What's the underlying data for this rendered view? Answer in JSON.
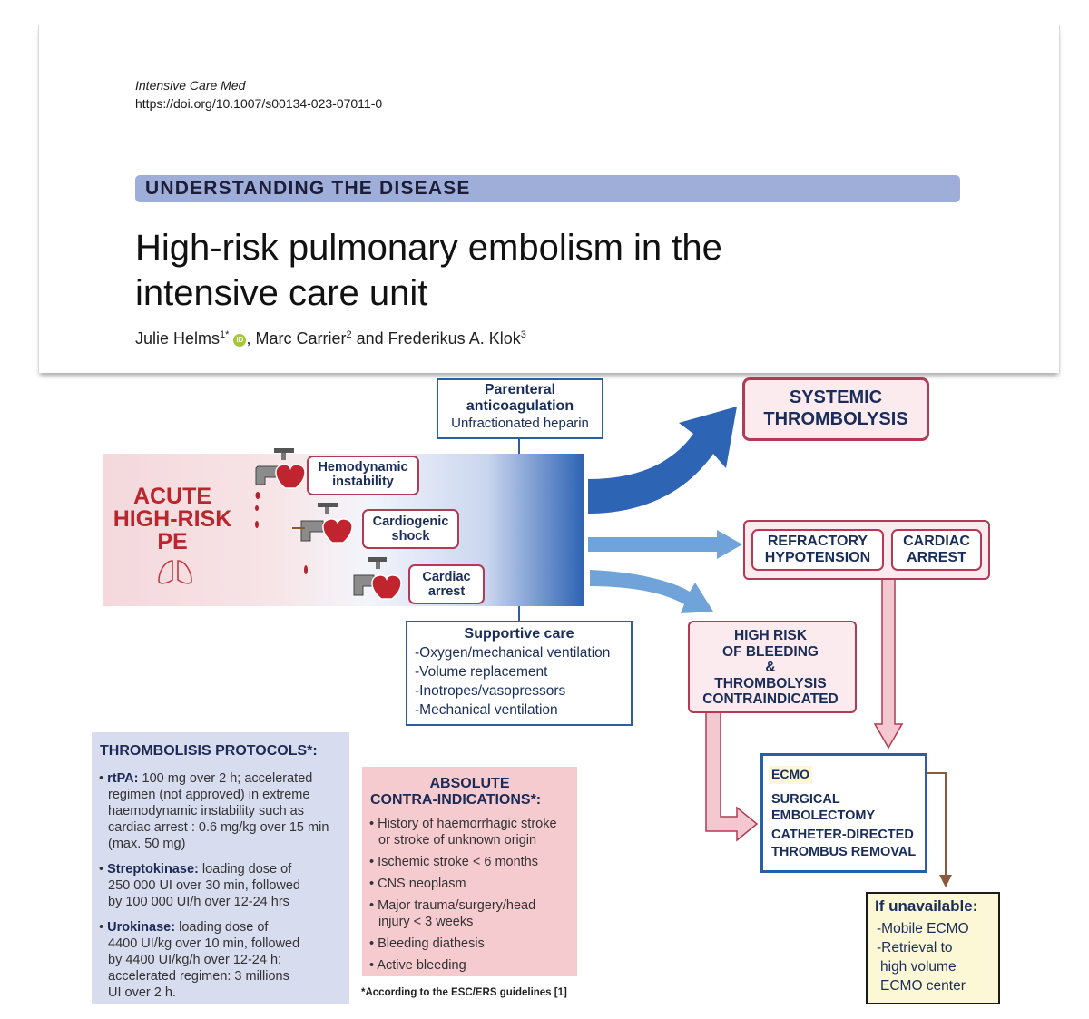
{
  "header": {
    "journal": "Intensive Care Med",
    "doi": "https://doi.org/10.1007/s00134-023-07011-0",
    "section": "UNDERSTANDING THE DISEASE",
    "title_line1": "High-risk pulmonary embolism in the",
    "title_line2": "intensive care unit",
    "authors": [
      {
        "name": "Julie Helms",
        "sup": "1*"
      },
      {
        "name": "Marc Carrier",
        "sup": "2"
      },
      {
        "name": "Frederikus A. Klok",
        "sup": "3"
      }
    ],
    "orcid_glyph": "iD",
    "sep1": ", ",
    "sep2": " and "
  },
  "figure": {
    "anticoag": {
      "line1": "Parenteral",
      "line2": "anticoagulation",
      "sub": "Unfractionated heparin"
    },
    "pe_title": [
      "ACUTE",
      "HIGH-RISK",
      "PE"
    ],
    "conditions": [
      {
        "line1": "Hemodynamic",
        "line2": "instability"
      },
      {
        "line1": "Cardiogenic",
        "line2": "shock"
      },
      {
        "line1": "Cardiac",
        "line2": "arrest"
      }
    ],
    "supportive": {
      "title": "Supportive care",
      "items": [
        "-Oxygen/mechanical ventilation",
        "-Volume replacement",
        "-Inotropes/vasopressors",
        "-Mechanical ventilation"
      ]
    },
    "systemic": {
      "line1": "SYSTEMIC",
      "line2": "THROMBOLYSIS"
    },
    "refractory": {
      "line1": "REFRACTORY",
      "line2": "HYPOTENSION"
    },
    "cardiac_arrest": {
      "line1": "CARDIAC",
      "line2": "ARREST"
    },
    "bleeding": {
      "line1": "HIGH RISK",
      "line2": "OF BLEEDING",
      "line3": "&",
      "line4": "THROMBOLYSIS",
      "line5": "CONTRAINDICATED"
    },
    "ecmo_box": {
      "ecmo": "ECMO",
      "surg1": "SURGICAL",
      "surg2": "EMBOLECTOMY",
      "cath1": "CATHETER-DIRECTED",
      "cath2": "THROMBUS REMOVAL"
    },
    "unavailable": {
      "title": "If unavailable:",
      "items": [
        "-Mobile ECMO",
        "-Retrieval to",
        "high volume",
        "ECMO center"
      ]
    },
    "protocols": {
      "title": "THROMBOLISIS PROTOCOLS*:",
      "items": [
        {
          "drug": "rtPA:",
          "text1": "100 mg over 2 h; accelerated",
          "text2": "regimen (not approved) in extreme",
          "text3": "haemodynamic instability such as",
          "text4": "cardiac arrest : 0.6 mg/kg over 15 min",
          "text5": "(max. 50 mg)"
        },
        {
          "drug": "Streptokinase:",
          "text1": "loading dose of",
          "text2": "250 000 UI over 30 min, followed",
          "text3": "by 100 000 UI/h over 12-24 hrs"
        },
        {
          "drug": "Urokinase:",
          "text1": "loading dose of",
          "text2": "4400 UI/kg over 10 min, followed",
          "text3": "by 4400 UI/kg/h over 12-24 h;",
          "text4": "accelerated regimen: 3 millions",
          "text5": "UI over 2 h."
        }
      ]
    },
    "contra": {
      "title1": "ABSOLUTE",
      "title2": "CONTRA-INDICATIONS*:",
      "items": [
        [
          "History of haemorrhagic stroke",
          "or stroke of unknown origin"
        ],
        [
          "Ischemic stroke < 6 months"
        ],
        [
          "CNS neoplasm"
        ],
        [
          "Major trauma/surgery/head",
          "injury < 3 weeks"
        ],
        [
          "Bleeding diathesis"
        ],
        [
          "Active bleeding"
        ]
      ]
    },
    "footnote": "*According to the ESC/ERS guidelines [1]"
  },
  "colors": {
    "section_bar": "#9eaed8",
    "pe_red": "#b9272e",
    "flow_blue": "#2e64b4",
    "frame_red": "#b23a55",
    "pink_fill": "#fbeaee",
    "protocol_bg": "#d8dcef",
    "contra_bg": "#f5cbcf",
    "unavailable_bg": "#fcf7d5"
  }
}
